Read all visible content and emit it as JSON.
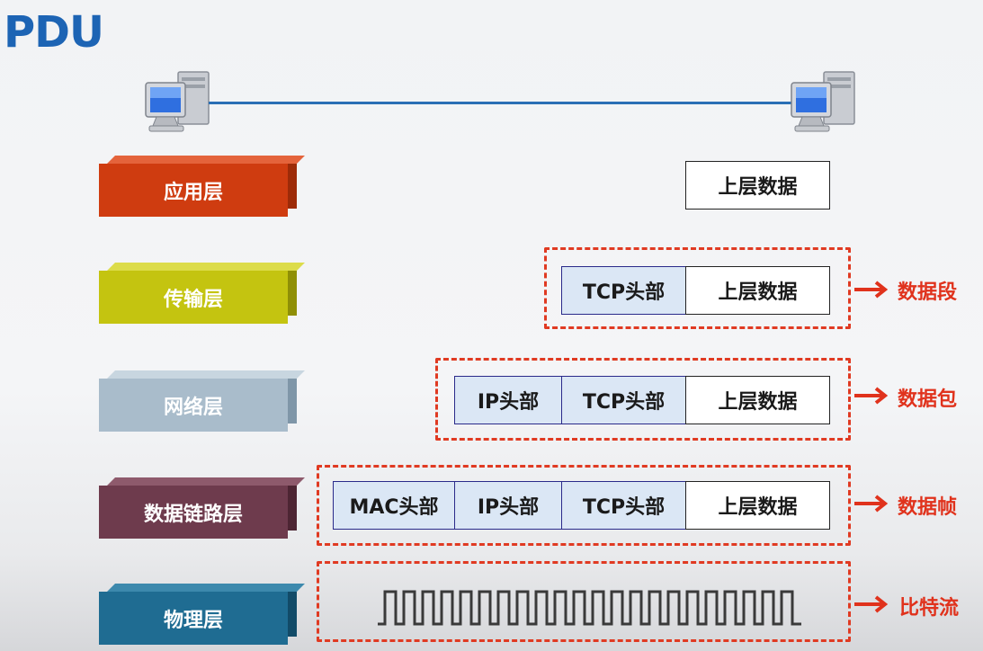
{
  "title": "PDU",
  "layers": [
    {
      "name": "应用层"
    },
    {
      "name": "传输层"
    },
    {
      "name": "网络层"
    },
    {
      "name": "数据链路层"
    },
    {
      "name": "物理层"
    }
  ],
  "headers": {
    "upper_data": "上层数据",
    "tcp_header": "TCP头部",
    "ip_header": "IP头部",
    "mac_header": "MAC头部"
  },
  "pdu_labels": {
    "transport": "数据段",
    "network": "数据包",
    "datalink": "数据帧",
    "physical": "比特流"
  },
  "colors": {
    "title": "#1d64b4",
    "application": "#cf3c10",
    "transport": "#c4c410",
    "network": "#a9bccb",
    "datalink": "#6e3b4d",
    "physical": "#1f6c92",
    "pdu_label": "#e0321c",
    "dashed_border": "#e03a22",
    "header_fill": "#dbe7f5"
  },
  "icons": [
    "computer-icon",
    "computer-icon",
    "arrow-right-icon",
    "square-wave-icon"
  ]
}
